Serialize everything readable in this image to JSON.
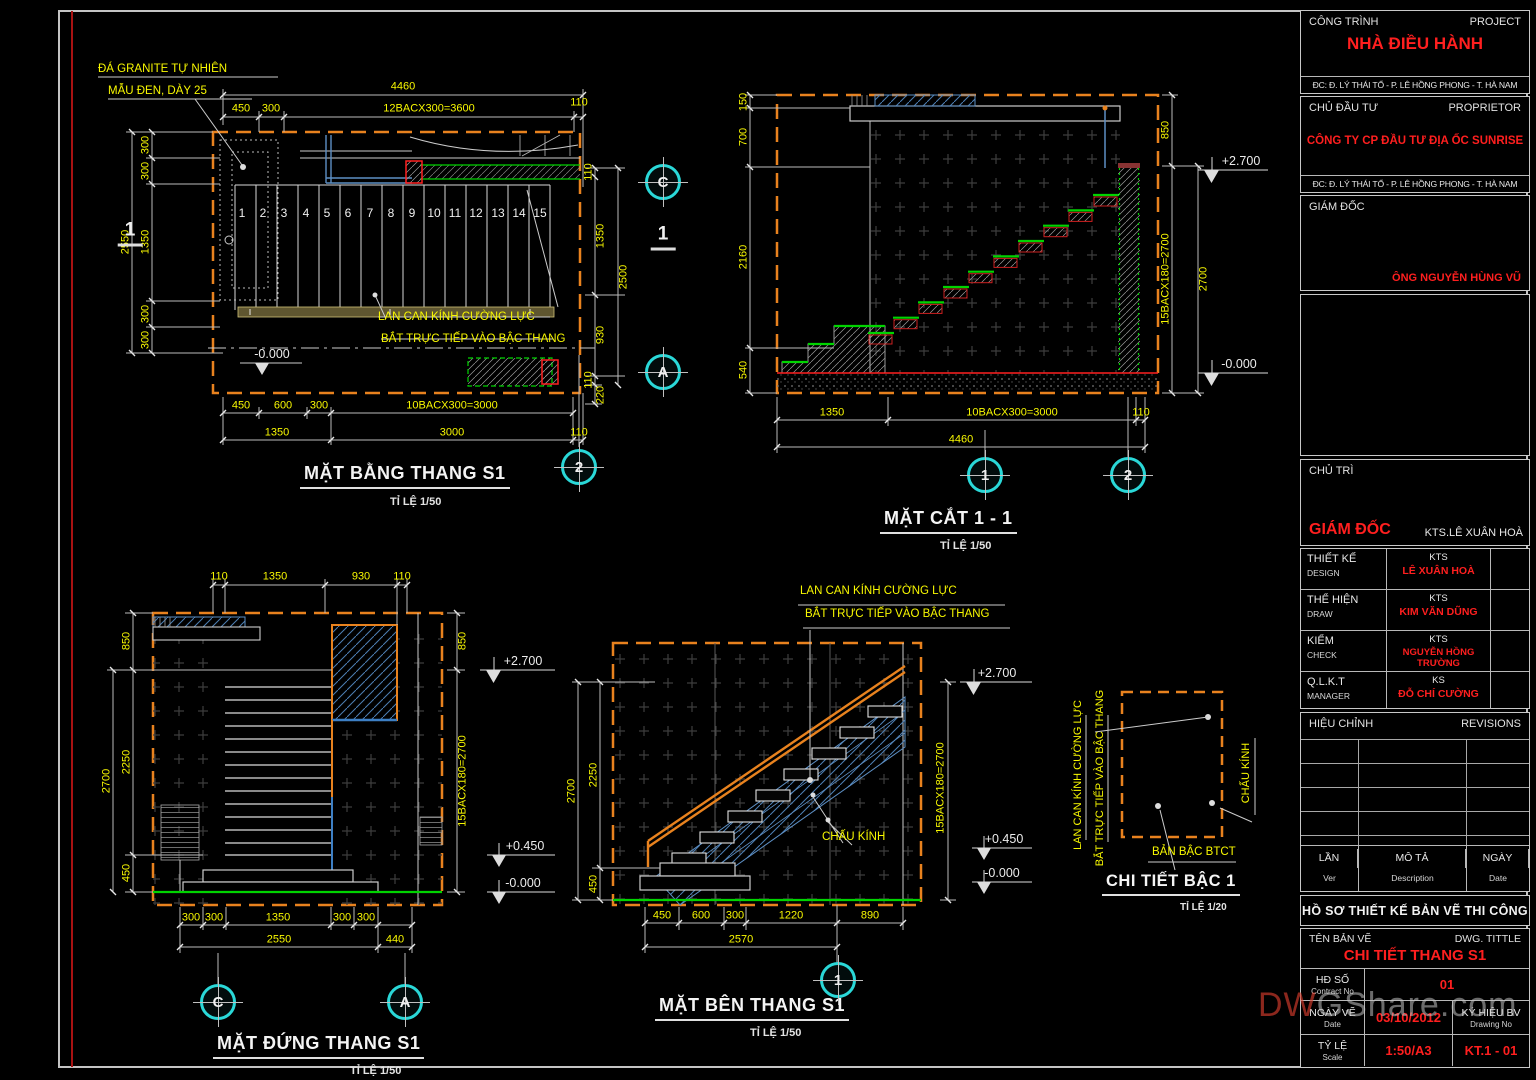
{
  "plan": {
    "title": "MẶT BẰNG THANG S1",
    "scale": "TỈ LỆ 1/50",
    "note_granite_1": "ĐÁ GRANITE TỰ NHIÊN",
    "note_granite_2": "MẪU ĐEN, DÀY 25",
    "note_rail_1": "LAN CAN KÍNH CƯỜNG LỰC",
    "note_rail_2": "BẮT TRỰC TIẾP VÀO BẬC THANG",
    "level": "-0.000",
    "dim_total_top": "4460",
    "top_chain": [
      "450",
      "300",
      "12BACX300=3600",
      "110"
    ],
    "left_outer": "2550",
    "left_chain": [
      "300",
      "300",
      "1350",
      "300",
      "300"
    ],
    "right_chain": [
      "110",
      "1350",
      "930",
      "110",
      "220"
    ],
    "right_outer": "2500",
    "bottom_chain": [
      "450",
      "600",
      "300",
      "10BACX300=3000"
    ],
    "bottom_chain2": [
      "1350",
      "3000",
      "110"
    ],
    "treads": [
      "1",
      "2",
      "3",
      "4",
      "5",
      "6",
      "7",
      "8",
      "9",
      "10",
      "11",
      "12",
      "13",
      "14",
      "15"
    ],
    "grid_c": "C",
    "grid_a": "A",
    "grid_2": "2",
    "section_cut": "1"
  },
  "section": {
    "title": "MẶT CẮT 1 - 1",
    "scale": "TỈ LỆ 1/50",
    "left_chain": [
      "150",
      "700",
      "2160",
      "540"
    ],
    "right_chain": [
      "850",
      "15BACX180=2700"
    ],
    "right_outer": "2700",
    "bottom_chain": [
      "1350",
      "10BACX300=3000",
      "110"
    ],
    "bottom_total": "4460",
    "level_top": "+2.700",
    "level_bottom": "-0.000",
    "grid_1": "1",
    "grid_2": "2"
  },
  "elevation": {
    "title": "MẶT ĐỨNG THANG S1",
    "scale": "TỈ LỆ 1/50",
    "top_chain": [
      "110",
      "1350",
      "930",
      "110"
    ],
    "left_chain": [
      "850",
      "2250",
      "450"
    ],
    "left_outer": "2700",
    "right_chain": [
      "850",
      "15BACX180=2700"
    ],
    "bottom_chain": [
      "300",
      "300",
      "1350",
      "300",
      "300"
    ],
    "bottom_chain2": [
      "2550",
      "440"
    ],
    "level_top": "+2.700",
    "level_mid": "+0.450",
    "level_bottom": "-0.000",
    "grid_c": "C",
    "grid_a": "A"
  },
  "side": {
    "title": "MẶT BÊN THANG S1",
    "scale": "TỈ LỆ 1/50",
    "note_rail_1": "LAN CAN KÍNH CƯỜNG LỰC",
    "note_rail_2": "BẮT TRỰC TIẾP VÀO BẬC THANG",
    "note_glass": "CHẤU KÍNH",
    "left_outer": "2700",
    "left_chain": [
      "2250",
      "450"
    ],
    "right_dim": "15BACX180=2700",
    "bottom_chain": [
      "450",
      "600",
      "300",
      "1220",
      "890"
    ],
    "bottom_total": "2570",
    "level_top": "+2.700",
    "level_mid": "+0.450",
    "level_bottom": "-0.000",
    "grid_1": "1"
  },
  "detail": {
    "title": "CHI TIẾT BẬC 1",
    "scale": "TỈ LỆ 1/20",
    "note_rail_1": "LAN CAN KÍNH CƯỜNG LỰC",
    "note_rail_2": "BẮT TRỰC TIẾP VÀO BẬC THANG",
    "note_glass": "CHẤU KÍNH",
    "note_slab": "BẢN BẬC BTCT"
  },
  "titleblock": {
    "project_label": "CÔNG TRÌNH",
    "project_label_en": "PROJECT",
    "project_name": "NHÀ ĐIỀU HÀNH",
    "project_address": "ĐC: Đ. LÝ THÁI TỔ - P. LÊ HỒNG PHONG - T. HÀ NAM",
    "owner_label": "CHỦ ĐẦU TƯ",
    "owner_label_en": "PROPRIETOR",
    "owner_name": "CÔNG TY CP ĐẦU TƯ ĐỊA ỐC SUNRISE",
    "owner_address": "ĐC: Đ. LÝ THÁI TỔ - P. LÊ HỒNG PHONG - T. HÀ NAM",
    "director_label": "GIÁM ĐỐC",
    "director_name": "ÔNG NGUYỄN HÙNG VŨ",
    "chief_label": "CHỦ TRÌ",
    "chief_role": "GIÁM ĐỐC",
    "chief_name": "KTS.LÊ XUÂN HOÀ",
    "rows": [
      {
        "label": "THIẾT KẾ",
        "label_en": "DESIGN",
        "title": "KTS",
        "name": "LÊ XUÂN HOÀ"
      },
      {
        "label": "THỂ HIỆN",
        "label_en": "DRAW",
        "title": "KTS",
        "name": "KIM VĂN DŨNG"
      },
      {
        "label": "KIỂM",
        "label_en": "CHECK",
        "title": "KTS",
        "name": "NGUYỄN HỒNG TRƯỜNG"
      },
      {
        "label": "Q.L.K.T",
        "label_en": "MANAGER",
        "title": "KS",
        "name": "ĐỖ CHÍ CƯỜNG"
      }
    ],
    "revisions_label": "HIỆU CHỈNH",
    "revisions_label_en": "REVISIONS",
    "rev_col1": "LẦN",
    "rev_col1_en": "Ver",
    "rev_col2": "MÔ TẢ",
    "rev_col2_en": "Description",
    "rev_col3": "NGÀY",
    "rev_col3_en": "Date",
    "dossier": "HỒ SƠ THIẾT KẾ BẢN VẼ THI CÔNG",
    "dwg_label": "TÊN BẢN VẼ",
    "dwg_label_en": "DWG. TITTLE",
    "dwg_title": "CHI TIẾT THANG S1",
    "contract_label": "HĐ SỐ",
    "contract_label_en": "Contract No",
    "contract_no": "01",
    "date_label": "NGÀY VẼ",
    "date_label_en": "Date",
    "date_value": "03/10/2012",
    "drawno_label": "KÝ HIỆU BV",
    "drawno_label_en": "Drawing No",
    "drawno_value": "KT.1 - 01",
    "scale_label": "TỶ LỆ",
    "scale_label_en": "Scale",
    "scale_value": "1:50/A3"
  },
  "watermark": {
    "prefix": "DW",
    "suffix": "GShare.com"
  }
}
